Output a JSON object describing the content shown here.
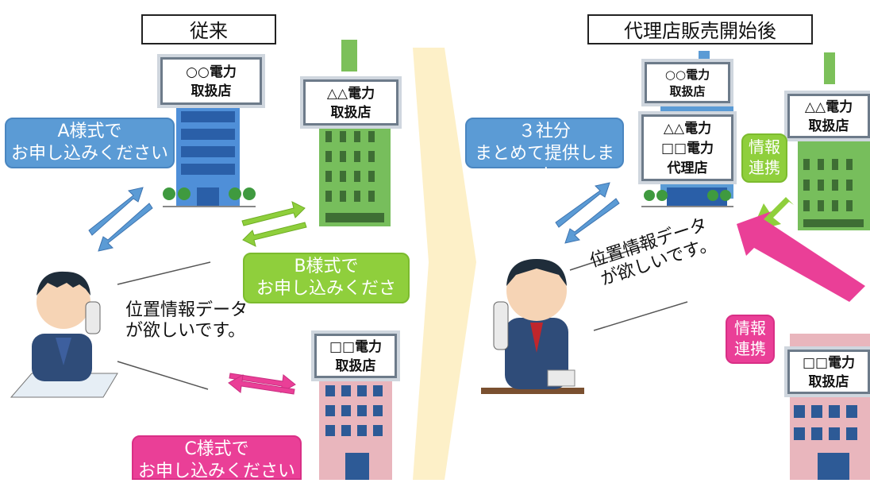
{
  "left": {
    "title": "従来",
    "company_a_sign": [
      "○○電力",
      "取扱店"
    ],
    "company_b_sign": [
      "△△電力",
      "取扱店"
    ],
    "company_c_sign": [
      "□□電力",
      "取扱店"
    ],
    "bubble_a": [
      "A様式で",
      "お申し込みください"
    ],
    "bubble_b": [
      "B様式で",
      "お申し込みください"
    ],
    "bubble_c": [
      "C様式で",
      "お申し込みください"
    ],
    "customer_speech": [
      "位置情報データ",
      "が欲しいです。"
    ]
  },
  "right": {
    "title": "代理店販売開始後",
    "company_a_sign": [
      "○○電力",
      "取扱店"
    ],
    "agency_sign": [
      "△△電力",
      "□□電力",
      "代理店"
    ],
    "company_b_sign": [
      "△△電力",
      "取扱店"
    ],
    "company_c_sign": [
      "□□電力",
      "取扱店"
    ],
    "bubble_agency": [
      "３社分",
      "まとめて提供します"
    ],
    "info_link_green": [
      "情報",
      "連携"
    ],
    "info_link_pink": [
      "情報",
      "連携"
    ],
    "customer_speech": [
      "位置情報データ",
      "が欲しいです。"
    ]
  },
  "colors": {
    "blue": "#5b9bd5",
    "green": "#8fcf3c",
    "pink": "#ea3f97",
    "divider": "#fdf0c8"
  }
}
